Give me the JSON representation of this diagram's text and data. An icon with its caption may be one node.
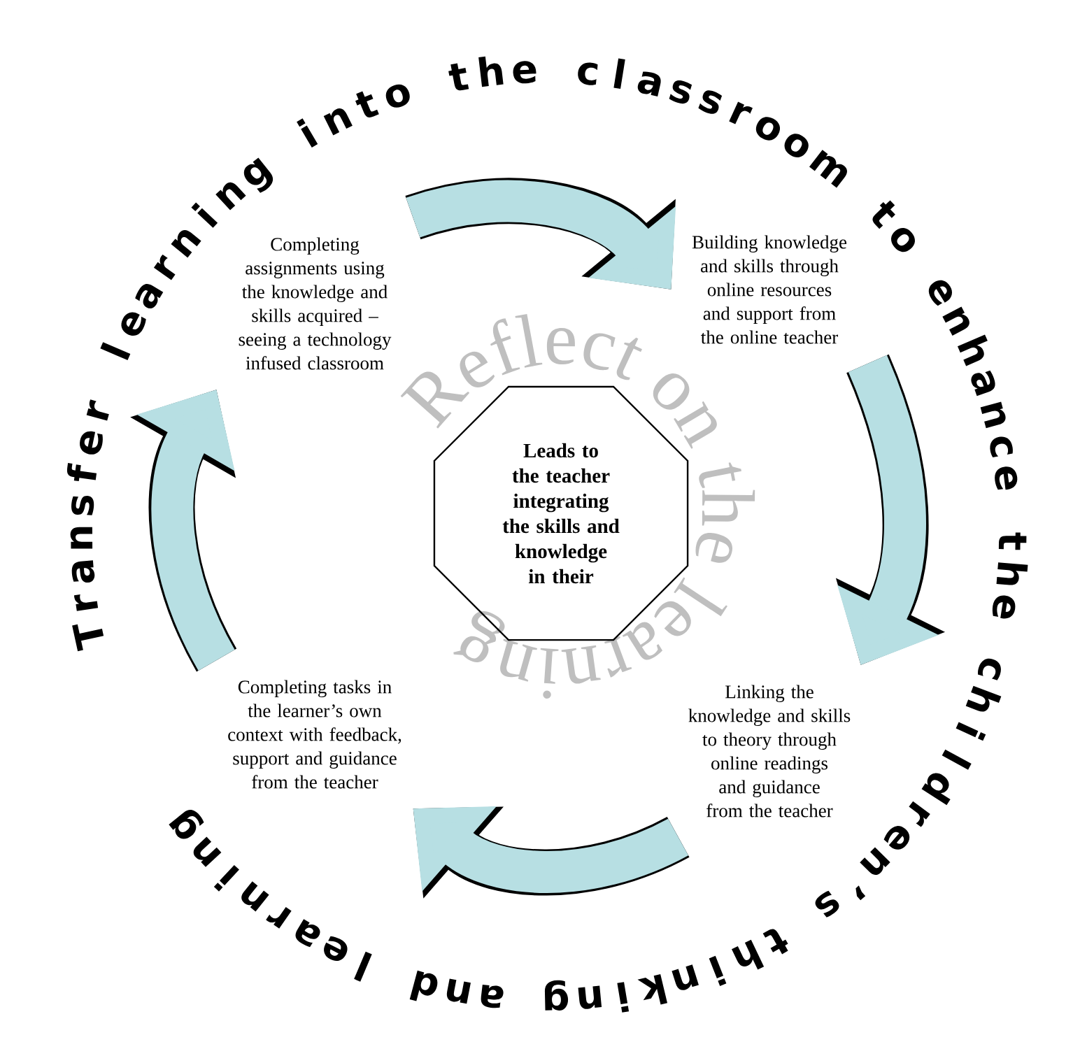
{
  "diagram": {
    "nodes": [
      {
        "text": [
          "Completing assignments using the knowledge and skills acquired – seeing a technology infused classroom"
        ]
      },
      {
        "text": [
          "Building knowledge and skills through online resources and support from the online teacher"
        ]
      },
      {
        "text": [
          "Linking the knowledge and skills to theory through online readings and guidance from the teacher"
        ]
      },
      {
        "text": [
          "Completing tasks in the learner’s own context with feedback, support and guidance from the teacher"
        ]
      },
      {
        "text": [
          "Leads to the teacher integrating the skills and knowledge in their"
        ]
      }
    ],
    "edges": [
      {
        "from": 0,
        "to": 1,
        "arrow": "to"
      },
      {
        "from": 1,
        "to": 2,
        "arrow": "to"
      },
      {
        "from": 2,
        "to": 3,
        "arrow": "to"
      },
      {
        "from": 3,
        "to": 0,
        "arrow": "to"
      }
    ],
    "labels": [
      "Transfer learning into the classroom to enhance the children’s thinking and learning",
      "Reflect on the learning"
    ]
  }
}
